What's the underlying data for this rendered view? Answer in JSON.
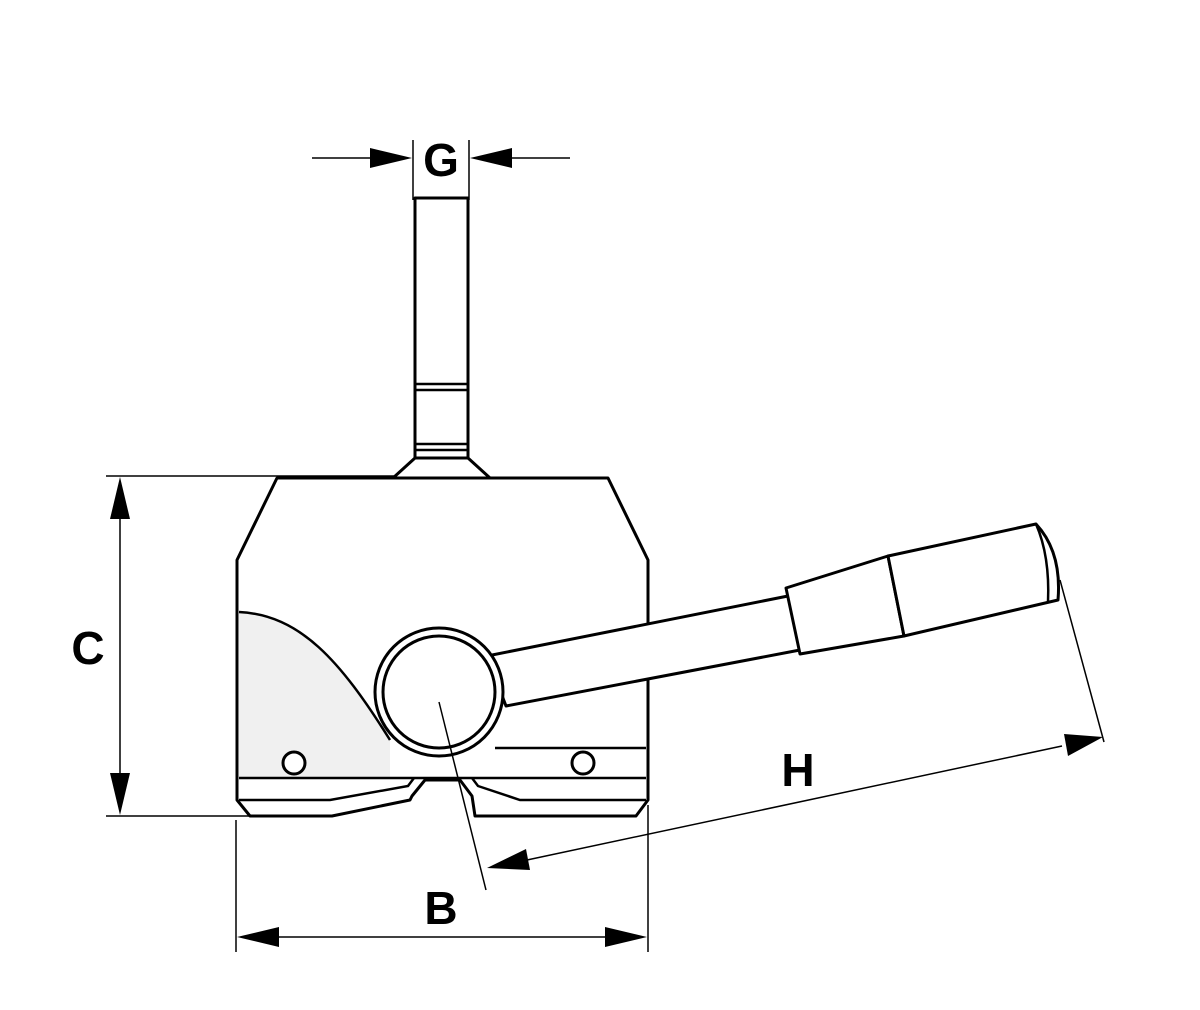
{
  "dimensions": {
    "g": "G",
    "c": "C",
    "h": "H",
    "b": "B"
  },
  "colors": {
    "line": "#000000",
    "background": "#ffffff",
    "shade": "#f0f0f0"
  }
}
